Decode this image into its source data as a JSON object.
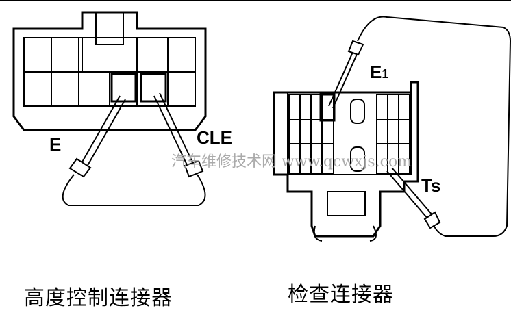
{
  "labels": {
    "e": "E",
    "cle": "CLE",
    "e1_main": "E",
    "e1_sub": "1",
    "ts": "Ts"
  },
  "captions": {
    "left": "高度控制连接器",
    "right": "检查连接器"
  },
  "watermark": "汽车维修技术网 www.qcwxjs.com"
}
